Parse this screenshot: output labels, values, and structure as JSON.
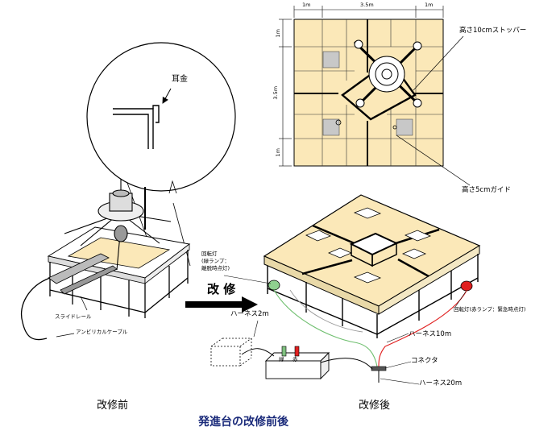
{
  "figure": {
    "title": "発進台の改修前後",
    "before_label": "改修前",
    "after_label": "改修後",
    "arrow_label": "改 修",
    "detail": {
      "ear_bracket": "耳金"
    },
    "before": {
      "slide_rail": "スライドレール",
      "umbilical_cable": "アンビリカルケーブル"
    },
    "plan": {
      "dim_top_left": "1m",
      "dim_top_center": "3.5m",
      "dim_top_right": "1m",
      "dim_left_top": "1m",
      "dim_left_center": "3.5m",
      "dim_left_bottom": "1m",
      "stopper_10cm": "高さ10cmストッパー",
      "guide_5cm": "高さ5cmガイド"
    },
    "after": {
      "rotating_light_green": "回転灯\n(緑ランプ：\n離脱時点灯)",
      "rotating_light_red": "回転灯(赤ランプ：緊急時点灯)",
      "harness_2m": "ハーネス2m",
      "harness_10m": "ハーネス10m",
      "connector": "コネクタ",
      "harness_20m": "ハーネス20m",
      "switch_green": "緑",
      "switch_red": "赤"
    },
    "colors": {
      "panel": "#fbe8b8",
      "frame": "#000000",
      "green_lamp": "#8fd08f",
      "red_lamp": "#e02020",
      "title": "#1a2a7a",
      "plan_gray": "#c8c8c8"
    }
  }
}
